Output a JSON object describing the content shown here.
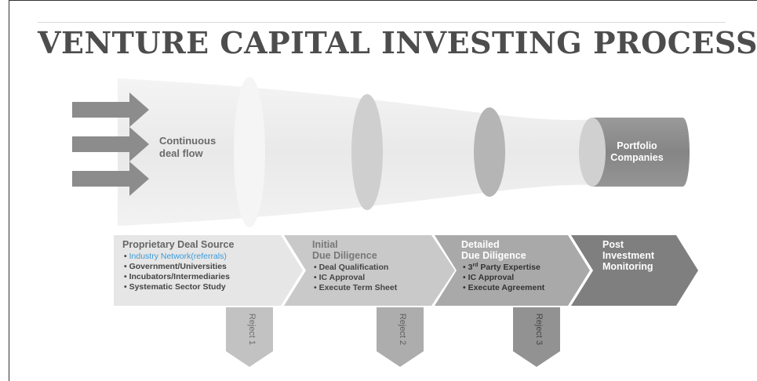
{
  "title": "VENTURE CAPITAL INVESTING PROCESS",
  "funnel": {
    "inflow_label": [
      "Continuous",
      "deal flow"
    ],
    "outflow_label": [
      "Portfolio",
      "Companies"
    ]
  },
  "stages": [
    {
      "heading": [
        "Proprietary Deal Source"
      ],
      "bullets": [
        "Industry Network",
        "Government/Universities",
        "Incubators/Intermediaries",
        "Systematic Sector Study"
      ],
      "highlight_suffix": "(referrals)",
      "reject": "Reject 1"
    },
    {
      "heading": [
        "Initial",
        "Due Diligence"
      ],
      "bullets": [
        "Deal Qualification",
        "IC Approval",
        "Execute Term Sheet"
      ],
      "reject": "Reject 2"
    },
    {
      "heading": [
        "Detailed",
        "Due Diligence"
      ],
      "bullets": [
        "3rd Party Expertise",
        "IC Approval",
        "Execute Agreement"
      ],
      "reject": "Reject 3"
    },
    {
      "heading": [
        "Post",
        "Investment",
        "Monitoring"
      ],
      "bullets": []
    }
  ],
  "colors": {
    "title": "#4d4d4d",
    "funnel_light": "#ececec",
    "funnel_dark": "#8a8a8a",
    "stage1": "#e6e6e6",
    "stage2": "#c9c9c9",
    "stage3": "#a9a9a9",
    "stage4": "#7f7f7f",
    "highlight": "#3a9ad9"
  }
}
